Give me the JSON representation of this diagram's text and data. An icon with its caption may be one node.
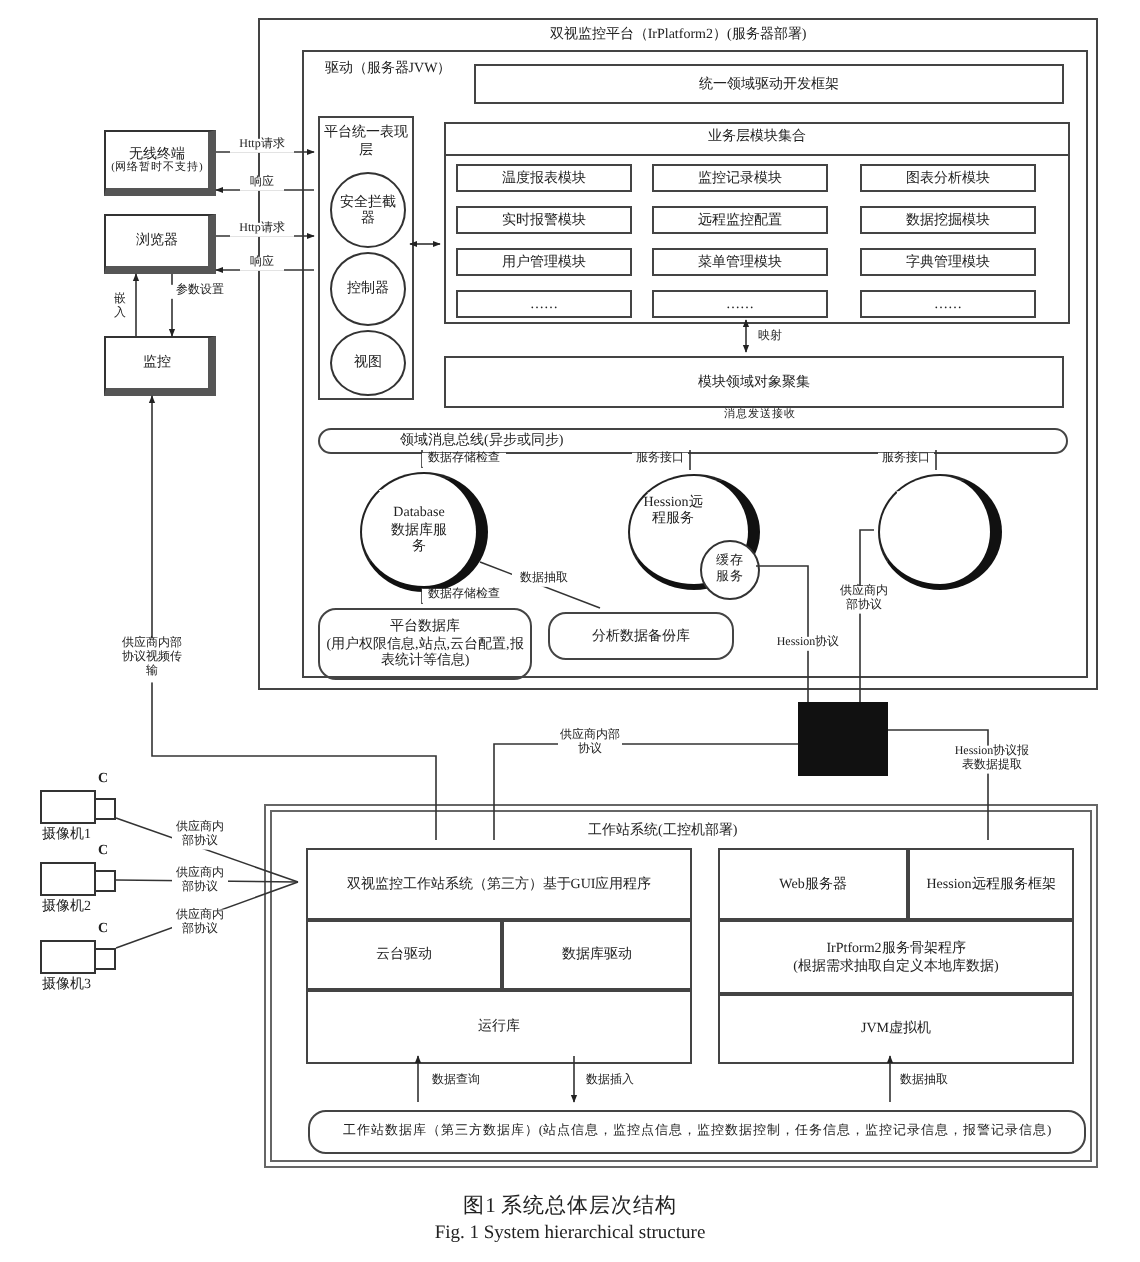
{
  "diagram": {
    "caption": "图1 系统总体层次结构",
    "nodes": [
      {
        "text": [
          "无线终端",
          "(网络暂时不支持)"
        ]
      },
      {
        "text": [
          "浏览器"
        ]
      },
      {
        "text": [
          "监控"
        ]
      },
      {
        "text": [
          "双视监控平台（IrPlatform2）(服务器部署)"
        ]
      },
      {
        "text": [
          "驱动（服务器JVW）"
        ],
        "in": 3
      },
      {
        "text": [
          "统一领域驱动开发框架"
        ],
        "in": 4
      },
      {
        "text": [
          "平台统一表现层"
        ],
        "in": 4
      },
      {
        "text": [
          "安全拦截器"
        ],
        "in": 6
      },
      {
        "text": [
          "控制器"
        ],
        "in": 6
      },
      {
        "text": [
          "视图"
        ],
        "in": 6
      },
      {
        "text": [
          "业务层模块集合"
        ],
        "in": 4
      },
      {
        "text": [
          "温度报表模块"
        ],
        "in": 10
      },
      {
        "text": [
          "监控记录模块"
        ],
        "in": 10
      },
      {
        "text": [
          "图表分析模块"
        ],
        "in": 10
      },
      {
        "text": [
          "实时报警模块"
        ],
        "in": 10
      },
      {
        "text": [
          "远程监控配置"
        ],
        "in": 10
      },
      {
        "text": [
          "数据挖掘模块"
        ],
        "in": 10
      },
      {
        "text": [
          "用户管理模块"
        ],
        "in": 10
      },
      {
        "text": [
          "菜单管理模块"
        ],
        "in": 10
      },
      {
        "text": [
          "字典管理模块"
        ],
        "in": 10
      },
      {
        "text": [
          "……"
        ],
        "in": 10
      },
      {
        "text": [
          "……"
        ],
        "in": 10
      },
      {
        "text": [
          "……"
        ],
        "in": 10
      },
      {
        "text": [
          "模块领域对象聚集"
        ],
        "in": 4
      },
      {
        "text": [
          "领域消息总线(异步或同步)"
        ],
        "in": 4
      },
      {
        "text": [
          "Database数据库服务"
        ],
        "in": 4
      },
      {
        "text": [
          "Hession远程服务"
        ],
        "in": 4
      },
      {
        "text": [
          "缓存服务"
        ],
        "in": 4
      },
      {
        "text": [],
        "shape": "circle",
        "in": 4
      },
      {
        "text": [
          "平台数据库",
          "(用户权限信息,站点,云台配置,报表统计等信息)"
        ],
        "in": 4
      },
      {
        "text": [
          "分析数据备份库"
        ],
        "in": 4
      },
      {
        "text": [],
        "shape": "box"
      },
      {
        "text": [
          "工作站系统(工控机部署)"
        ]
      },
      {
        "text": [
          "双视监控工作站系统（第三方）基于GUI应用程序"
        ],
        "in": 32
      },
      {
        "text": [
          "云台驱动"
        ],
        "in": 32
      },
      {
        "text": [
          "数据库驱动"
        ],
        "in": 32
      },
      {
        "text": [
          "运行库"
        ],
        "in": 32
      },
      {
        "text": [
          "Web服务器"
        ],
        "in": 32
      },
      {
        "text": [
          "Hession远程服务框架"
        ],
        "in": 32
      },
      {
        "text": [
          "IrPtform2服务骨架程序",
          "(根据需求抽取自定义本地库数据)"
        ],
        "in": 32
      },
      {
        "text": [
          "JVM虚拟机"
        ],
        "in": 32
      },
      {
        "text": [
          "工作站数据库（第三方数据库）(站点信息，监控点信息，监控数据控制，任务信息，监控记录信息，报警记录信息)"
        ],
        "in": 32
      },
      {
        "text": [],
        "shape": "camera",
        "beside": [
          "C",
          "摄像机1"
        ]
      },
      {
        "text": [],
        "shape": "camera",
        "beside": [
          "C",
          "摄像机2"
        ]
      },
      {
        "text": [],
        "shape": "camera",
        "beside": [
          "C",
          "摄像机3"
        ]
      }
    ],
    "edges": [
      {
        "from": 0,
        "to": 6,
        "arrow": "to",
        "label": "Http请求"
      },
      {
        "from": 6,
        "to": 0,
        "arrow": "to",
        "label": "响应"
      },
      {
        "from": 1,
        "to": 6,
        "arrow": "to",
        "label": "Http请求"
      },
      {
        "from": 6,
        "to": 1,
        "arrow": "to",
        "label": "响应"
      },
      {
        "from": 2,
        "to": 1,
        "arrow": "to",
        "label": "嵌入"
      },
      {
        "from": 1,
        "to": 2,
        "arrow": "to",
        "label": "参数设置"
      },
      {
        "from": 6,
        "to": 10,
        "arrow": "both"
      },
      {
        "from": 10,
        "to": 23,
        "arrow": "both",
        "label": "映射"
      },
      {
        "from": 24,
        "to": 25,
        "arrow": "none",
        "label": "数据存储检查"
      },
      {
        "from": 24,
        "to": 26,
        "arrow": "none",
        "label": "服务接口"
      },
      {
        "from": 24,
        "to": 28,
        "arrow": "none",
        "label": "服务接口"
      },
      {
        "from": 25,
        "to": 29,
        "arrow": "none",
        "label": "数据存储检查"
      },
      {
        "from": 25,
        "to": 30,
        "arrow": "none",
        "label": "数据抽取"
      },
      {
        "from": 27,
        "to": 31,
        "arrow": "none",
        "label": "Hession协议"
      },
      {
        "from": 28,
        "to": 31,
        "arrow": "none",
        "label": "供应商内部协议"
      },
      {
        "from": 31,
        "to": 33,
        "arrow": "none",
        "label": "供应商内部协议"
      },
      {
        "from": 31,
        "to": 38,
        "arrow": "none",
        "label": "Hession协议报表数据提取"
      },
      {
        "from": 33,
        "to": 2,
        "arrow": "to",
        "label": "供应商内部协议视频传输"
      },
      {
        "from": 42,
        "to": 33,
        "arrow": "none",
        "label": "供应商内部协议"
      },
      {
        "from": 43,
        "to": 33,
        "arrow": "none",
        "label": "供应商内部协议"
      },
      {
        "from": 44,
        "to": 33,
        "arrow": "none",
        "label": "供应商内部协议"
      },
      {
        "from": 41,
        "to": 36,
        "arrow": "to",
        "label": "数据查询"
      },
      {
        "from": 36,
        "to": 41,
        "arrow": "to",
        "label": "数据插入"
      },
      {
        "from": 41,
        "to": 40,
        "arrow": "to",
        "label": "数据抽取"
      }
    ],
    "labels": [
      "消息发送接收",
      "Fig. 1 System hierarchical structure"
    ]
  }
}
